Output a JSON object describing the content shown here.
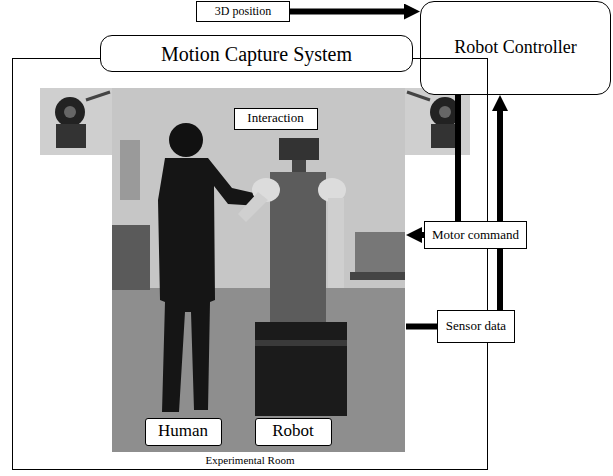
{
  "diagram": {
    "nodes": [
      {
        "text": [
          "3D position"
        ]
      },
      {
        "text": [
          "Robot Controller"
        ]
      },
      {
        "text": [
          "Motion Capture System"
        ]
      },
      {
        "text": [
          "Experimental Room"
        ]
      },
      {
        "text": [
          "Interaction"
        ],
        "in": 3
      },
      {
        "text": [
          "Motor command"
        ]
      },
      {
        "text": [
          "Sensor data"
        ]
      },
      {
        "text": [
          "Human"
        ],
        "in": 3
      },
      {
        "text": [
          "Robot"
        ],
        "in": 3
      }
    ],
    "edges": [
      {
        "from": 0,
        "to": 1,
        "arrow": "to"
      },
      {
        "from": 1,
        "to": 5,
        "arrow": "none"
      },
      {
        "from": 5,
        "to": 8,
        "arrow": "to"
      },
      {
        "from": 8,
        "to": 6,
        "arrow": "none"
      },
      {
        "from": 6,
        "to": 1,
        "arrow": "to"
      }
    ]
  }
}
